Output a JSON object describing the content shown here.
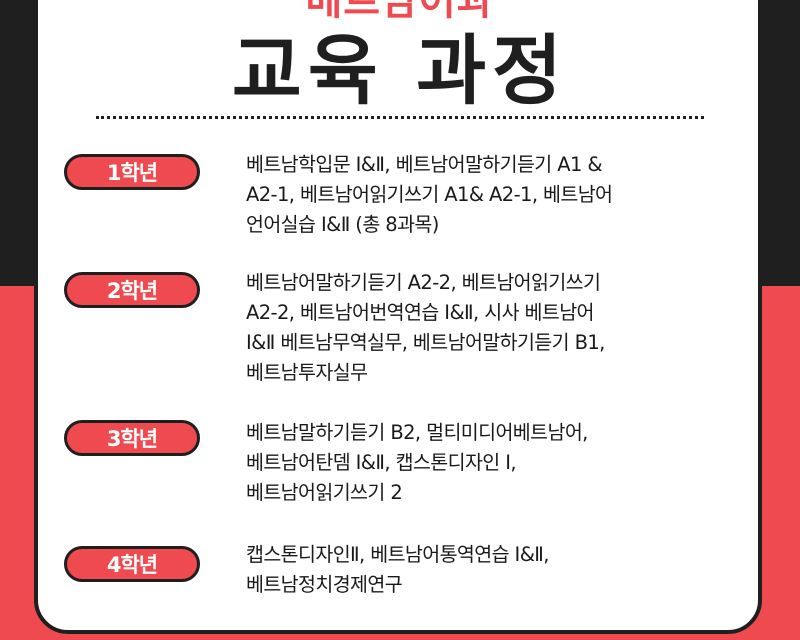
{
  "header": {
    "subtitle": "베트남어과",
    "title": "교육 과정"
  },
  "colors": {
    "accent": "#ee4a4f",
    "dark": "#1f1f1f",
    "card": "#ffffff"
  },
  "years": [
    {
      "label": "1학년",
      "lines": [
        "베트남학입문 Ⅰ&Ⅱ, 베트남어말하기듣기 A1 &",
        "A2-1, 베트남어읽기쓰기 A1& A2-1, 베트남어",
        "언어실습 Ⅰ&Ⅱ (총 8과목)"
      ]
    },
    {
      "label": "2학년",
      "lines": [
        "베트남어말하기듣기 A2-2, 베트남어읽기쓰기",
        "A2-2, 베트남어번역연습 Ⅰ&Ⅱ, 시사 베트남어",
        " Ⅰ&Ⅱ 베트남무역실무, 베트남어말하기듣기 B1,",
        "베트남투자실무"
      ]
    },
    {
      "label": "3학년",
      "lines": [
        "베트남말하기듣기 B2, 멀티미디어베트남어,",
        "베트남어탄뎀 Ⅰ&Ⅱ, 캡스톤디자인 Ⅰ,",
        "베트남어읽기쓰기 2"
      ]
    },
    {
      "label": "4학년",
      "lines": [
        "캡스톤디자인Ⅱ, 베트남어통역연습  Ⅰ&Ⅱ,",
        "베트남정치경제연구"
      ]
    }
  ]
}
